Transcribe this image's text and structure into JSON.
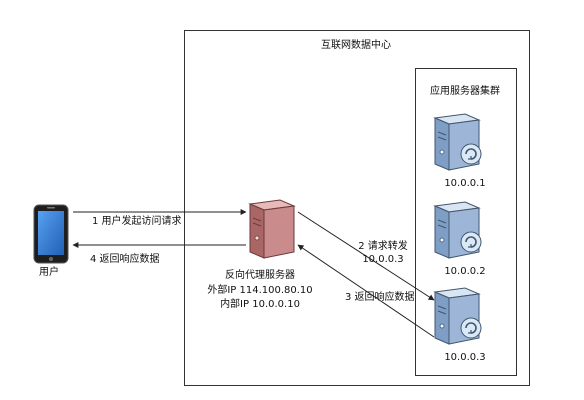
{
  "datacenter": {
    "title": "互联网数据中心"
  },
  "app_cluster": {
    "title": "应用服务器集群",
    "servers": [
      {
        "ip": "10.0.0.1"
      },
      {
        "ip": "10.0.0.2"
      },
      {
        "ip": "10.0.0.3"
      }
    ]
  },
  "user": {
    "label": "用户"
  },
  "proxy": {
    "title": "反向代理服务器",
    "external_ip": "外部IP 114.100.80.10",
    "internal_ip": "内部IP 10.0.0.10"
  },
  "steps": {
    "s1": "1 用户发起访问请求",
    "s2_line1": "2 请求转发",
    "s2_line2": "10.0.0.3",
    "s3": "3 返回响应数据",
    "s4": "4 返回响应数据"
  },
  "colors": {
    "proxy_body": "#c98b8b",
    "app_body": "#9db6d8",
    "phone_screen": "#2f7fd6"
  }
}
